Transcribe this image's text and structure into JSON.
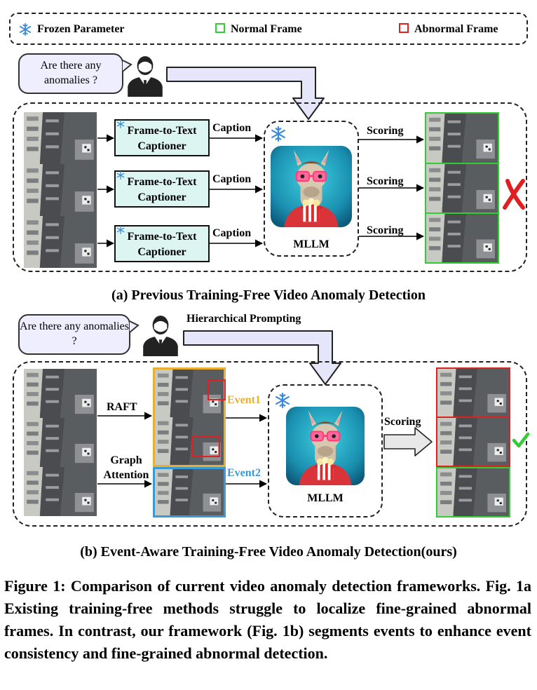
{
  "legend": {
    "frozen": "Frozen Parameter",
    "normal": "Normal Frame",
    "abnormal": "Abnormal Frame",
    "normal_color": "#33cc33",
    "abnormal_color": "#dd2222"
  },
  "top": {
    "question": "Are there any anomalies ?",
    "captioner": "Frame-to-Text Captioner",
    "caption": "Caption",
    "scoring": "Scoring",
    "mllm": "MLLM",
    "title": "(a) Previous Training-Free Video Anomaly Detection"
  },
  "bottom": {
    "question": "Are there any anomalies ?",
    "prompting": "Hierarchical Prompting",
    "raft": "RAFT",
    "graph": "Graph Attention",
    "event1": "Event1",
    "event2": "Event2",
    "scoring": "Scoring",
    "mllm": "MLLM",
    "title": "(b) Event-Aware Training-Free Video Anomaly Detection(ours)",
    "event1_color": "#e8b030",
    "event2_color": "#3a9ad8"
  },
  "figure_caption": "Figure 1: Comparison of current video anomaly detection frameworks. Fig. 1a Existing training-free methods struggle to localize fine-grained abnormal frames. In contrast, our framework (Fig. 1b) segments events to enhance event consistency and fine-grained abnormal detection."
}
